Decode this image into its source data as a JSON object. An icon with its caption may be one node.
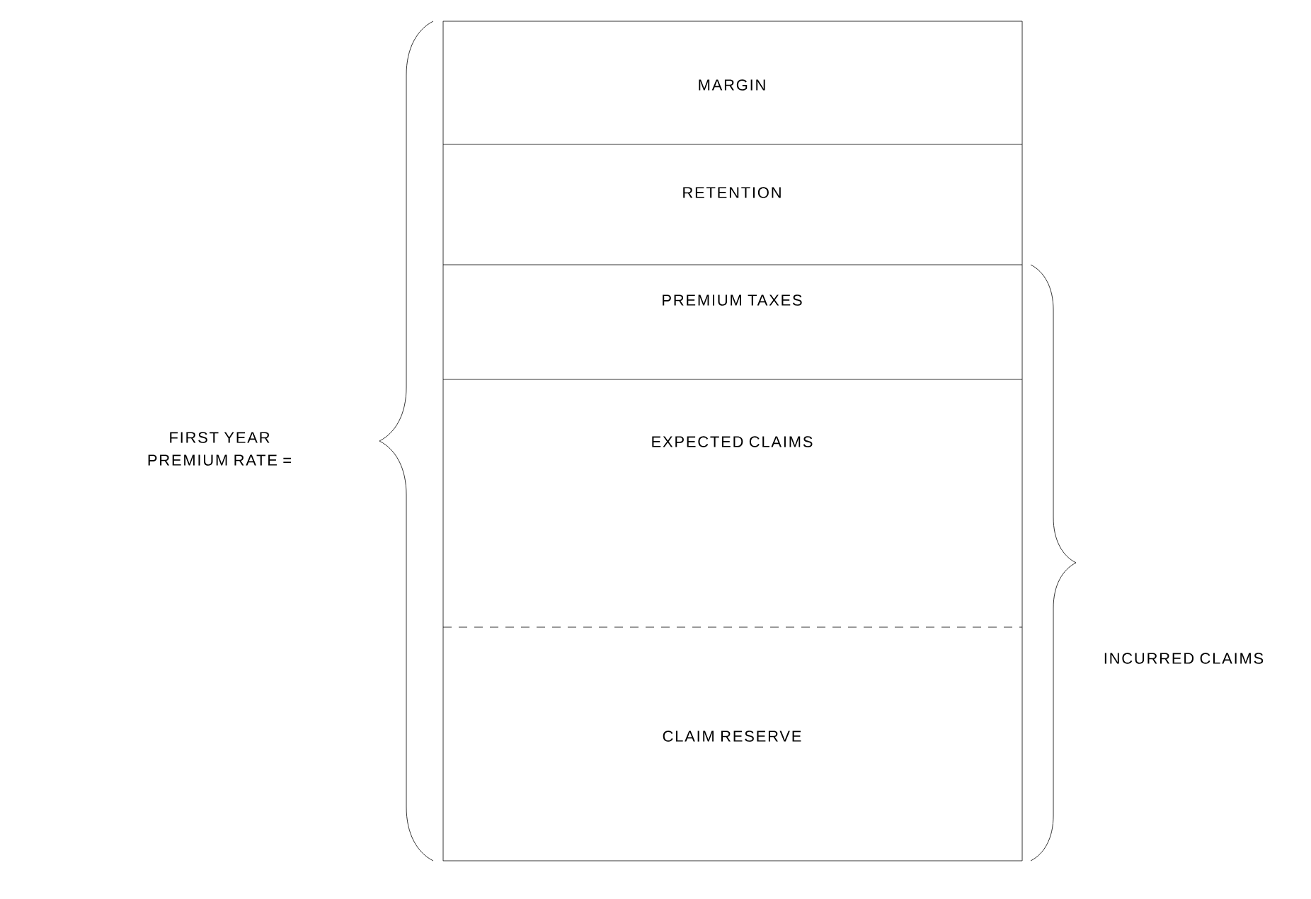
{
  "diagram": {
    "nodes": [
      {
        "text": [
          "MARGIN"
        ]
      },
      {
        "text": [
          "RETENTION"
        ]
      },
      {
        "text": [
          "PREMIUM TAXES"
        ]
      },
      {
        "text": [
          "EXPECTED CLAIMS"
        ]
      },
      {
        "text": [
          "CLAIM RESERVE"
        ]
      }
    ],
    "edges": [],
    "labels": [
      "FIRST YEAR PREMIUM RATE =",
      "INCURRED CLAIMS"
    ]
  }
}
